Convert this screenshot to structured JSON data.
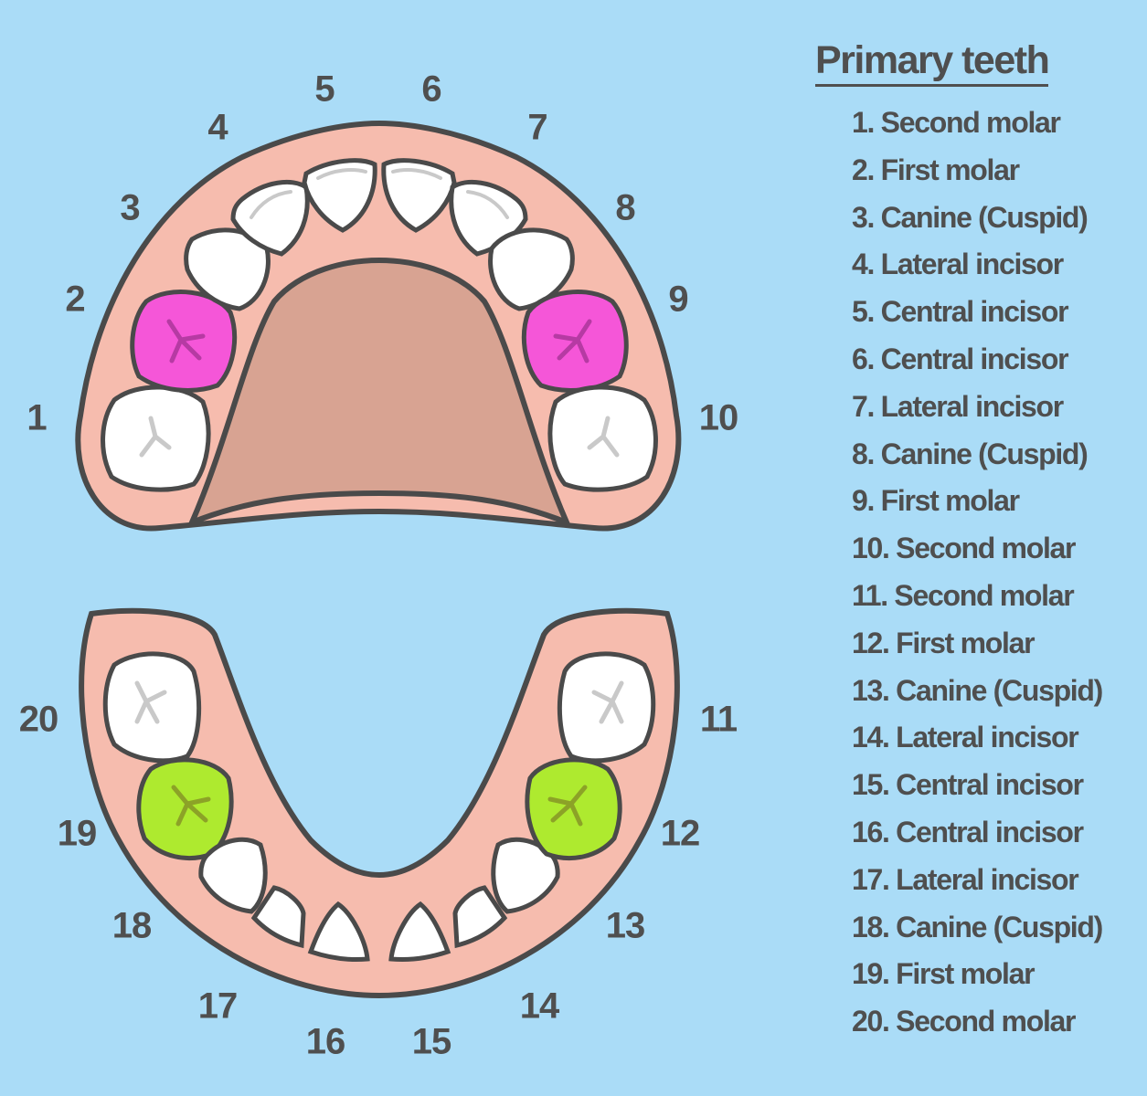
{
  "legend": {
    "title": "Primary teeth",
    "items": [
      "1. Second molar",
      "2. First molar",
      "3. Canine (Cuspid)",
      "4. Lateral incisor",
      "5. Central incisor",
      "6. Central incisor",
      "7. Lateral incisor",
      "8. Canine (Cuspid)",
      "9. First molar",
      "10. Second molar",
      "11. Second molar",
      "12. First molar",
      "13. Canine (Cuspid)",
      "14. Lateral incisor",
      "15. Central incisor",
      "16. Central incisor",
      "17. Lateral incisor",
      "18. Canine (Cuspid)",
      "19. First molar",
      "20. Second molar"
    ]
  },
  "tooth_numbers": [
    "1",
    "2",
    "3",
    "4",
    "5",
    "6",
    "7",
    "8",
    "9",
    "10",
    "11",
    "12",
    "13",
    "14",
    "15",
    "16",
    "17",
    "18",
    "19",
    "20"
  ],
  "colors": {
    "background": "#aadcf7",
    "gum": "#f6bcae",
    "palate": "#d8a392",
    "outline": "#4a4a4a",
    "tooth": "#ffffff",
    "highlight_upper_first_molar": "#f556d8",
    "highlight_lower_first_molar": "#aeea2f",
    "text": "#4f4f4f"
  }
}
